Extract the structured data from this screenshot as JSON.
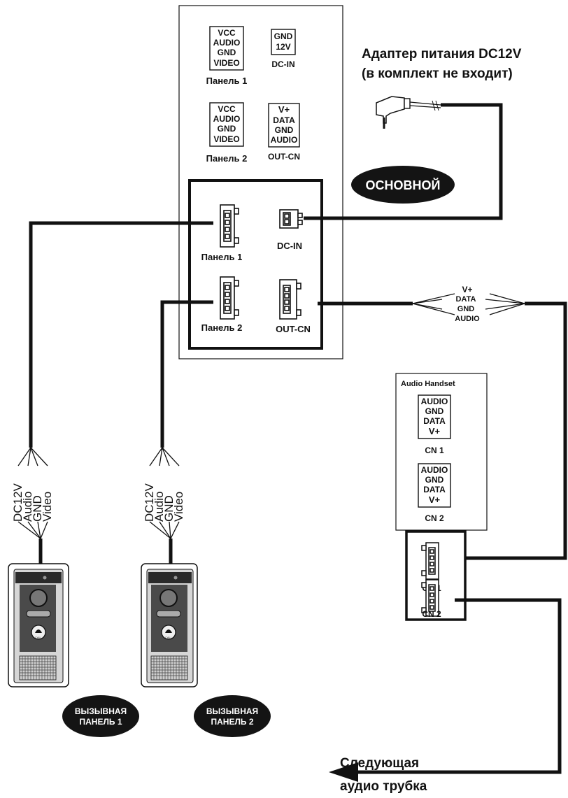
{
  "adapter": {
    "line1": "Адаптер питания DC12V",
    "line2": "(в комплект не входит)"
  },
  "main_unit": {
    "badge": "ОСНОВНОЙ",
    "legend_panel1": {
      "pins": [
        "VCC",
        "AUDIO",
        "GND",
        "VIDEO"
      ],
      "caption": "Панель 1"
    },
    "legend_dcin": {
      "pins": [
        "GND",
        "12V"
      ],
      "caption": "DC-IN"
    },
    "legend_panel2": {
      "pins": [
        "VCC",
        "AUDIO",
        "GND",
        "VIDEO"
      ],
      "caption": "Панель 2"
    },
    "legend_outcn": {
      "pins": [
        "V+",
        "DATA",
        "GND",
        "AUDIO"
      ],
      "caption": "OUT-CN"
    },
    "conn_panel1": "Панель 1",
    "conn_dcin": "DC-IN",
    "conn_panel2": "Панель 2",
    "conn_outcn": "OUT-CN"
  },
  "bus_labels": [
    "V+",
    "DATA",
    "GND",
    "AUDIO"
  ],
  "handset": {
    "title": "Audio Handset",
    "legend_cn1": {
      "pins": [
        "AUDIO",
        "GND",
        "DATA",
        "V+"
      ],
      "caption": "CN 1"
    },
    "legend_cn2": {
      "pins": [
        "AUDIO",
        "GND",
        "DATA",
        "V+"
      ],
      "caption": "CN 2"
    },
    "conn_cn1": "CN 1",
    "conn_cn2": "CN 2"
  },
  "panel_wires": [
    "DC12V",
    "Audio",
    "GND",
    "Video"
  ],
  "call_panel_1": {
    "line1": "ВЫЗЫВНАЯ",
    "line2": "ПАНЕЛЬ 1",
    "button": "CALL"
  },
  "call_panel_2": {
    "line1": "ВЫЗЫВНАЯ",
    "line2": "ПАНЕЛЬ 2",
    "button": "CALL"
  },
  "next_handset": {
    "line1": "Следующая",
    "line2": "аудио трубка"
  }
}
